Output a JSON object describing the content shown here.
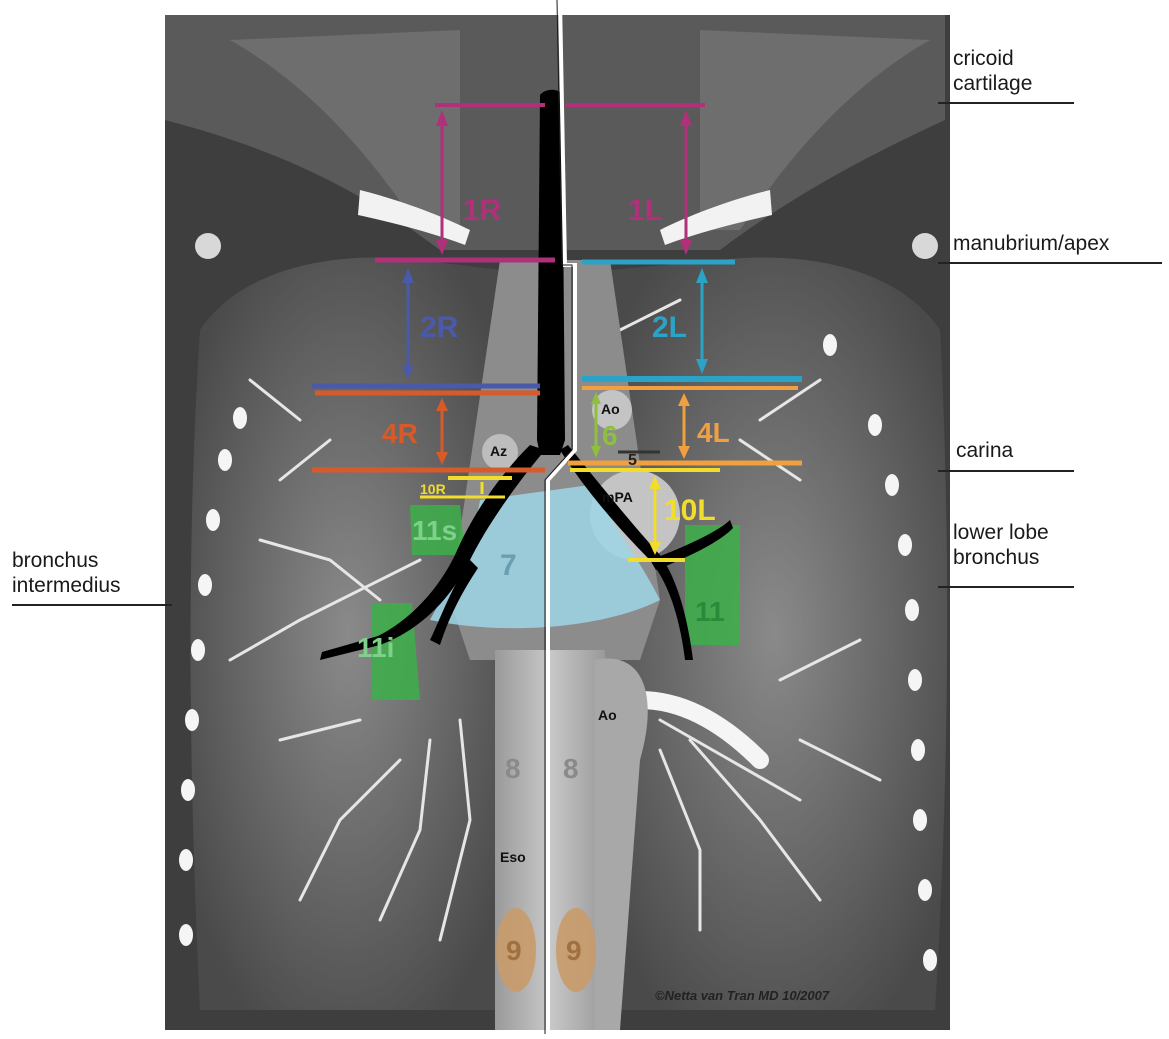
{
  "landmarks": {
    "cricoid": "cricoid\ncartilage",
    "manubrium": "manubrium/apex",
    "carina": "carina",
    "lower_lobe": "lower lobe\nbronchus",
    "bronchus_intermedius": "bronchus\nintermedius"
  },
  "stations": {
    "s1R": "1R",
    "s1L": "1L",
    "s2R": "2R",
    "s2L": "2L",
    "s4R": "4R",
    "s4L": "4L",
    "s5": "5",
    "s6": "6",
    "s7": "7",
    "s10R": "10R",
    "s10L": "10L",
    "s11s": "11s",
    "s11i": "11i",
    "s11L": "11",
    "s8R": "8",
    "s8L": "8",
    "s9R": "9",
    "s9L": "9"
  },
  "structures": {
    "az": "Az",
    "ao_upper": "Ao",
    "mpa": "mPA",
    "ao_lower": "Ao",
    "eso": "Eso"
  },
  "signature": "©Netta van Tran MD 10/2007",
  "colors": {
    "station_1": "#b0307a",
    "station_2R": "#4b5aa8",
    "station_2L": "#2aa3c6",
    "station_4R": "#d65a2a",
    "station_4L": "#f0a040",
    "station_6": "#8fbf3f",
    "station_10": "#f2dc2c",
    "station_7": "#9ed6e6",
    "station_11": "#3cb04a",
    "station_9": "#c99a6a",
    "airway": "#000000",
    "midline": "#ffffff"
  }
}
